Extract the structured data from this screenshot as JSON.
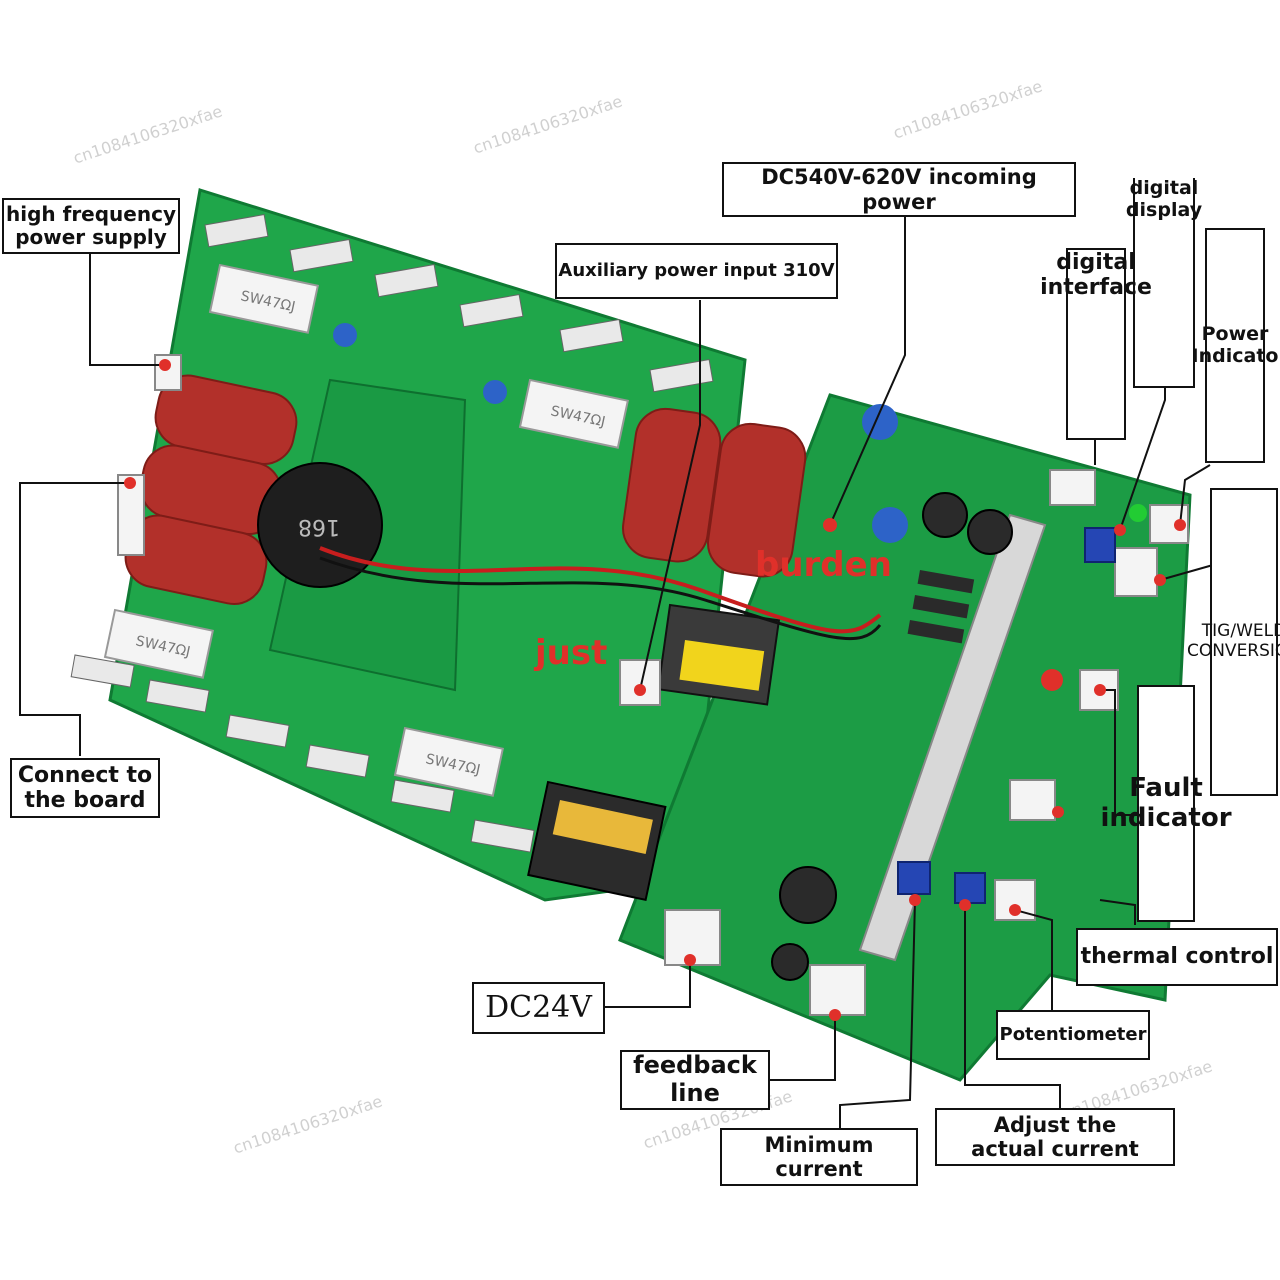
{
  "labels": {
    "high_frequency": "high frequency\npower supply",
    "connect_board": "Connect to\nthe board",
    "dc540": "DC540V-620V incoming power",
    "aux_power": "Auxiliary power input 310V",
    "digital_display": "digital\ndisplay",
    "digital_interface": "digital\ninterface",
    "power_indicator": "Power\nIndicato",
    "tig_weld": "TIG/WELD\nCONVERSION",
    "fault_indicator": "Fault\nindicator",
    "thermal_control": "thermal control",
    "potentiometer": "Potentiometer",
    "adjust_current": "Adjust the\nactual current",
    "minimum_current": "Minimum\ncurrent",
    "feedback_line": "feedback\nline",
    "dc24v": "DC24V"
  },
  "overlay": {
    "burden": "burden",
    "just": "just"
  },
  "board_markings": {
    "resistor_text": "SW47ΩJ",
    "choke_text": "168"
  },
  "watermark": "cn1084106320xfae",
  "colors": {
    "pcb_green": "#1fa64a",
    "pcb_dark": "#138a3a",
    "capacitor_red": "#b2302a",
    "label_border": "#111111",
    "marker_red": "#e0302a"
  }
}
